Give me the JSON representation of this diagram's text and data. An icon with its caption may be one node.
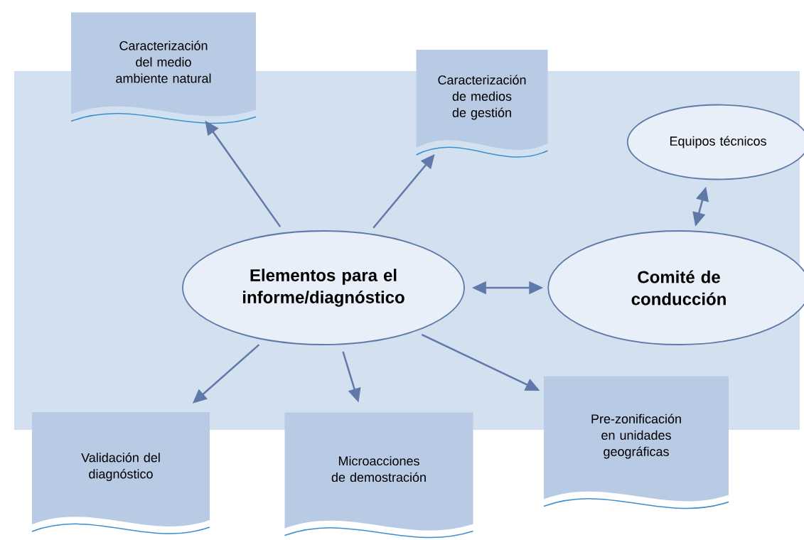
{
  "diagram": {
    "nodes": [
      {
        "text": [
          "Elementos para el informe/diagnóstico"
        ]
      },
      {
        "text": [
          "Caracterización del medio ambiente natural"
        ]
      },
      {
        "text": [
          "Caracterización de medios de gestión"
        ]
      },
      {
        "text": [
          "Equipos técnicos"
        ]
      },
      {
        "text": [
          "Comité de conducción"
        ]
      },
      {
        "text": [
          "Validación del diagnóstico"
        ]
      },
      {
        "text": [
          "Microacciones de demostración"
        ]
      },
      {
        "text": [
          "Pre-zonificación en unidades geográficas"
        ]
      }
    ],
    "edges": [
      {
        "from": 0,
        "to": 1,
        "arrow": "to"
      },
      {
        "from": 0,
        "to": 2,
        "arrow": "to"
      },
      {
        "from": 3,
        "to": 4,
        "arrow": "both"
      },
      {
        "from": 0,
        "to": 4,
        "arrow": "both"
      },
      {
        "from": 0,
        "to": 5,
        "arrow": "to"
      },
      {
        "from": 0,
        "to": 6,
        "arrow": "to"
      },
      {
        "from": 0,
        "to": 7,
        "arrow": "to"
      }
    ]
  }
}
